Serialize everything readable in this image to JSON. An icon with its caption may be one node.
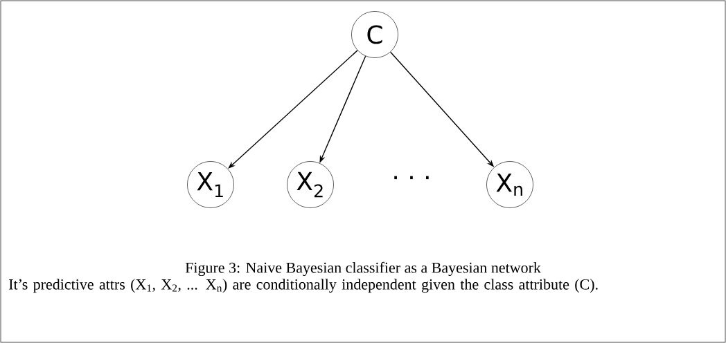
{
  "diagram": {
    "caption": "Figure 3: Naive Bayesian classifier as a Bayesian network",
    "nodes": [
      {
        "text": [
          "C"
        ]
      },
      {
        "text": [
          "X$_{1}$"
        ]
      },
      {
        "text": [
          "X$_{2}$"
        ]
      },
      {
        "text": [
          "X$_{n}$"
        ]
      }
    ],
    "edges": [
      {
        "from": 0,
        "to": 1,
        "arrow": "to"
      },
      {
        "from": 0,
        "to": 2,
        "arrow": "to"
      },
      {
        "from": 0,
        "to": 3,
        "arrow": "to"
      }
    ],
    "labels": [
      "· · ·",
      "It’s predictive attrs (X$_{1}$, X$_{2}$, ... X$_{n}$) are conditionally independent given the class attribute (C)."
    ]
  }
}
